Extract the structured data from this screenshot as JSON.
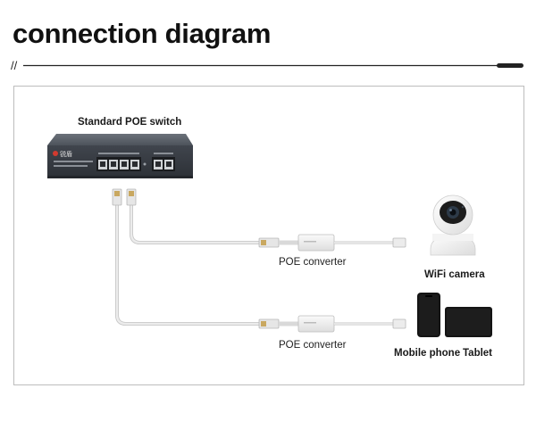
{
  "header": {
    "title": "connection diagram",
    "divider_mark": "//"
  },
  "diagram": {
    "switch": {
      "label": "Standard POE switch",
      "brand_text": "锐盾"
    },
    "converters": [
      {
        "label": "POE converter"
      },
      {
        "label": "POE converter"
      }
    ],
    "devices": {
      "camera": "WiFi camera",
      "phone": "Mobile phone",
      "tablet": "Tablet"
    },
    "colors": {
      "switch_body": "#4a5058",
      "cable": "#d8d8d8",
      "converter": "#eeeeee",
      "device_dark": "#141414"
    }
  }
}
